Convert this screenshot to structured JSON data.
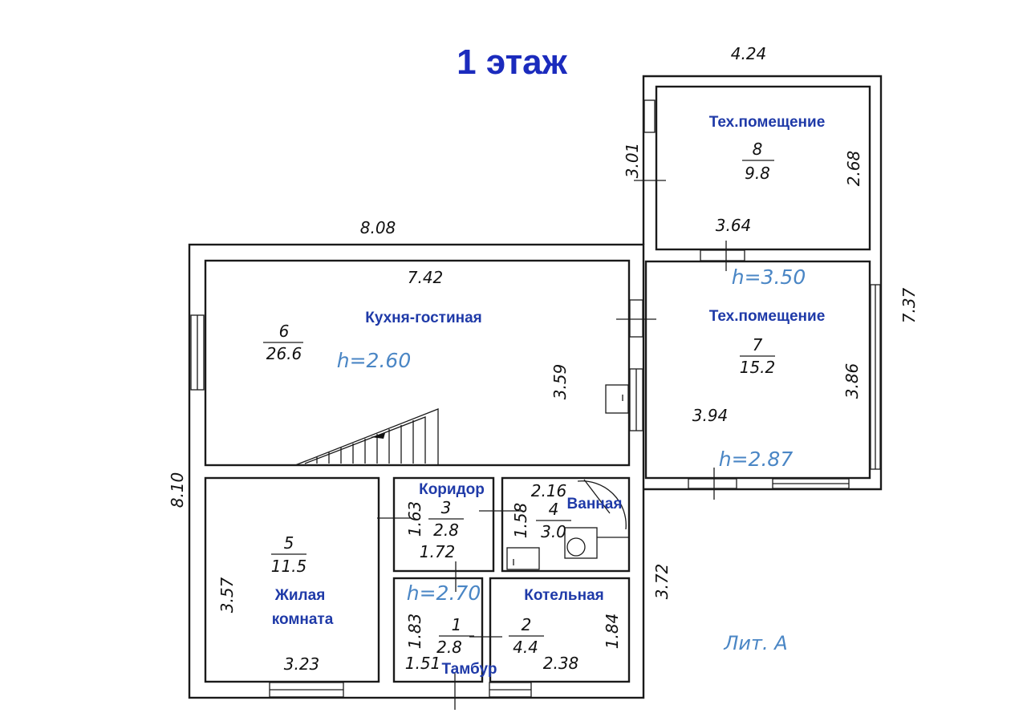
{
  "title": "1 этаж",
  "legend": "Лит. А",
  "rooms": {
    "r1": {
      "number": "1",
      "area": "2.8",
      "name": "Тамбур"
    },
    "r2": {
      "number": "2",
      "area": "4.4",
      "name": "Котельная"
    },
    "r3": {
      "number": "3",
      "area": "2.8",
      "name": "Коридор"
    },
    "r4": {
      "number": "4",
      "area": "3.0",
      "name": "Ванная"
    },
    "r5": {
      "number": "5",
      "area": "11.5",
      "name_line1": "Жилая",
      "name_line2": "комната"
    },
    "r6": {
      "number": "6",
      "area": "26.6",
      "name": "Кухня-гостиная"
    },
    "r7": {
      "number": "7",
      "area": "15.2",
      "name": "Тех.помещение"
    },
    "r8": {
      "number": "8",
      "area": "9.8",
      "name": "Тех.помещение"
    }
  },
  "heights": {
    "h1": "h=2.60",
    "h2": "h=3.50",
    "h3": "h=2.87",
    "h4": "h=2.70"
  },
  "dimensions": {
    "top_annex": "4.24",
    "top_main": "8.08",
    "kitchen_width": "7.42",
    "kitchen_height": "3.59",
    "tech8_left": "3.01",
    "tech8_right": "2.68",
    "tech8_bottom": "3.64",
    "annex_total": "7.37",
    "tech7_right": "3.86",
    "tech7_width": "3.94",
    "main_left": "8.10",
    "living_height": "3.57",
    "living_width": "3.23",
    "corridor_height": "1.63",
    "corridor_width": "1.72",
    "bath_height": "1.58",
    "bath_width": "2.16",
    "right_lower": "3.72",
    "vest_height": "1.83",
    "vest_width": "1.51",
    "boiler_height": "1.84",
    "boiler_width": "2.38"
  }
}
